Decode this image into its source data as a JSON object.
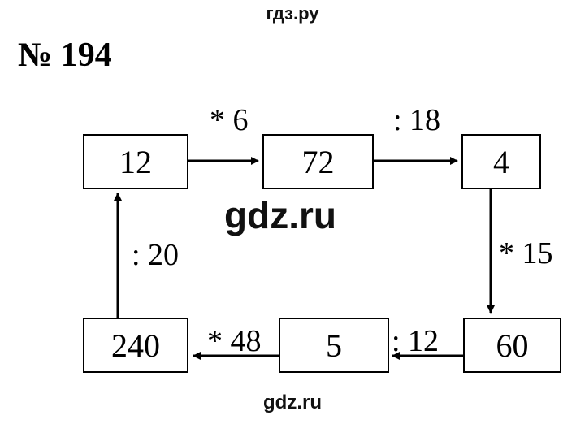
{
  "watermark_top": "гдз.ру",
  "watermark_mid": "gdz.ru",
  "watermark_bottom": "gdz.ru",
  "title": "№ 194",
  "boxes": {
    "b12": "12",
    "b72": "72",
    "b4": "4",
    "b60": "60",
    "b5": "5",
    "b240": "240"
  },
  "operations": {
    "mul6": "* 6",
    "div18": ": 18",
    "mul15": "* 15",
    "div12": ": 12",
    "mul48": "* 48",
    "div20": ": 20"
  }
}
